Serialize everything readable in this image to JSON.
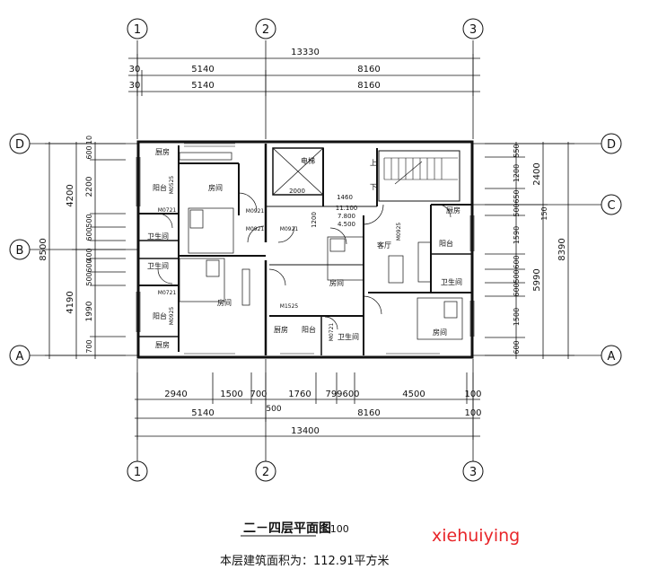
{
  "axes": {
    "h1": "1",
    "h2": "2",
    "h3": "3",
    "vA": "A",
    "vB": "B",
    "vC": "C",
    "vD": "D"
  },
  "dims_top": {
    "total": "13330",
    "a1": "30",
    "b1": "5140",
    "c1": "8160",
    "a2": "30",
    "b2": "5140",
    "c2": "8160"
  },
  "dims_bottom": {
    "r1": [
      "2940",
      "1500",
      "700",
      "1760",
      "799",
      "600",
      "4500",
      "100"
    ],
    "r2": [
      "5140",
      "8160",
      "100"
    ],
    "r2_500": "500",
    "total": "13400"
  },
  "dims_left": {
    "outer": "8500",
    "d1": "4200",
    "d2": "4190",
    "s10": "10",
    "s600": "600",
    "s2200": "2200",
    "s500a": "500",
    "s600b": "600",
    "s400": "400",
    "s600c": "600",
    "s500b": "500",
    "s1990": "1990",
    "s700": "700"
  },
  "dims_right": {
    "outer": "8390",
    "d1": "2400",
    "d2": "5990",
    "s550": "550",
    "s1200": "1200",
    "s650": "650",
    "s500": "500",
    "s1590": "1590",
    "s600a": "600",
    "s500b": "500",
    "s600c": "600",
    "s1500": "1500",
    "s600d": "600",
    "s150": "150"
  },
  "rooms": {
    "kitchen_tl": "厨房",
    "balcony_tl": "阳台",
    "m0525_1": "M0525",
    "bedroom_tl": "房间",
    "bath_l": "卫生间",
    "m0721_1": "M0721",
    "bath_l2": "卫生间",
    "m0721_2": "M0721",
    "balcony_bl": "阳台",
    "m0925_1": "M0925",
    "bedroom_bl": "房间",
    "kitchen_bl": "厨房",
    "m0921_1": "M0921",
    "m0921_2": "M0921",
    "m0921_3": "M0921",
    "d1200": "1200",
    "elevator": "电梯",
    "d2000": "2000",
    "d1460": "1460",
    "up": "上",
    "down": "下",
    "e1": "11.100",
    "e2": "7.800",
    "e3": "4.500",
    "bedroom_c": "房间",
    "m1525": "M1525",
    "kitchen_bc": "厨房",
    "balcony_bc": "阳台",
    "m0721_3": "M0721",
    "bath_bc": "卫生间",
    "m0925_2": "M0925",
    "living": "客厅",
    "kitchen_r": "厨房",
    "balcony_r": "阳台",
    "bath_r": "卫生间",
    "bedroom_br": "房间"
  },
  "caption": {
    "title": "二－四层平面图",
    "scale": "1:100",
    "area": "本层建筑面积为：112.91平方米"
  },
  "watermark": "xiehuiying"
}
